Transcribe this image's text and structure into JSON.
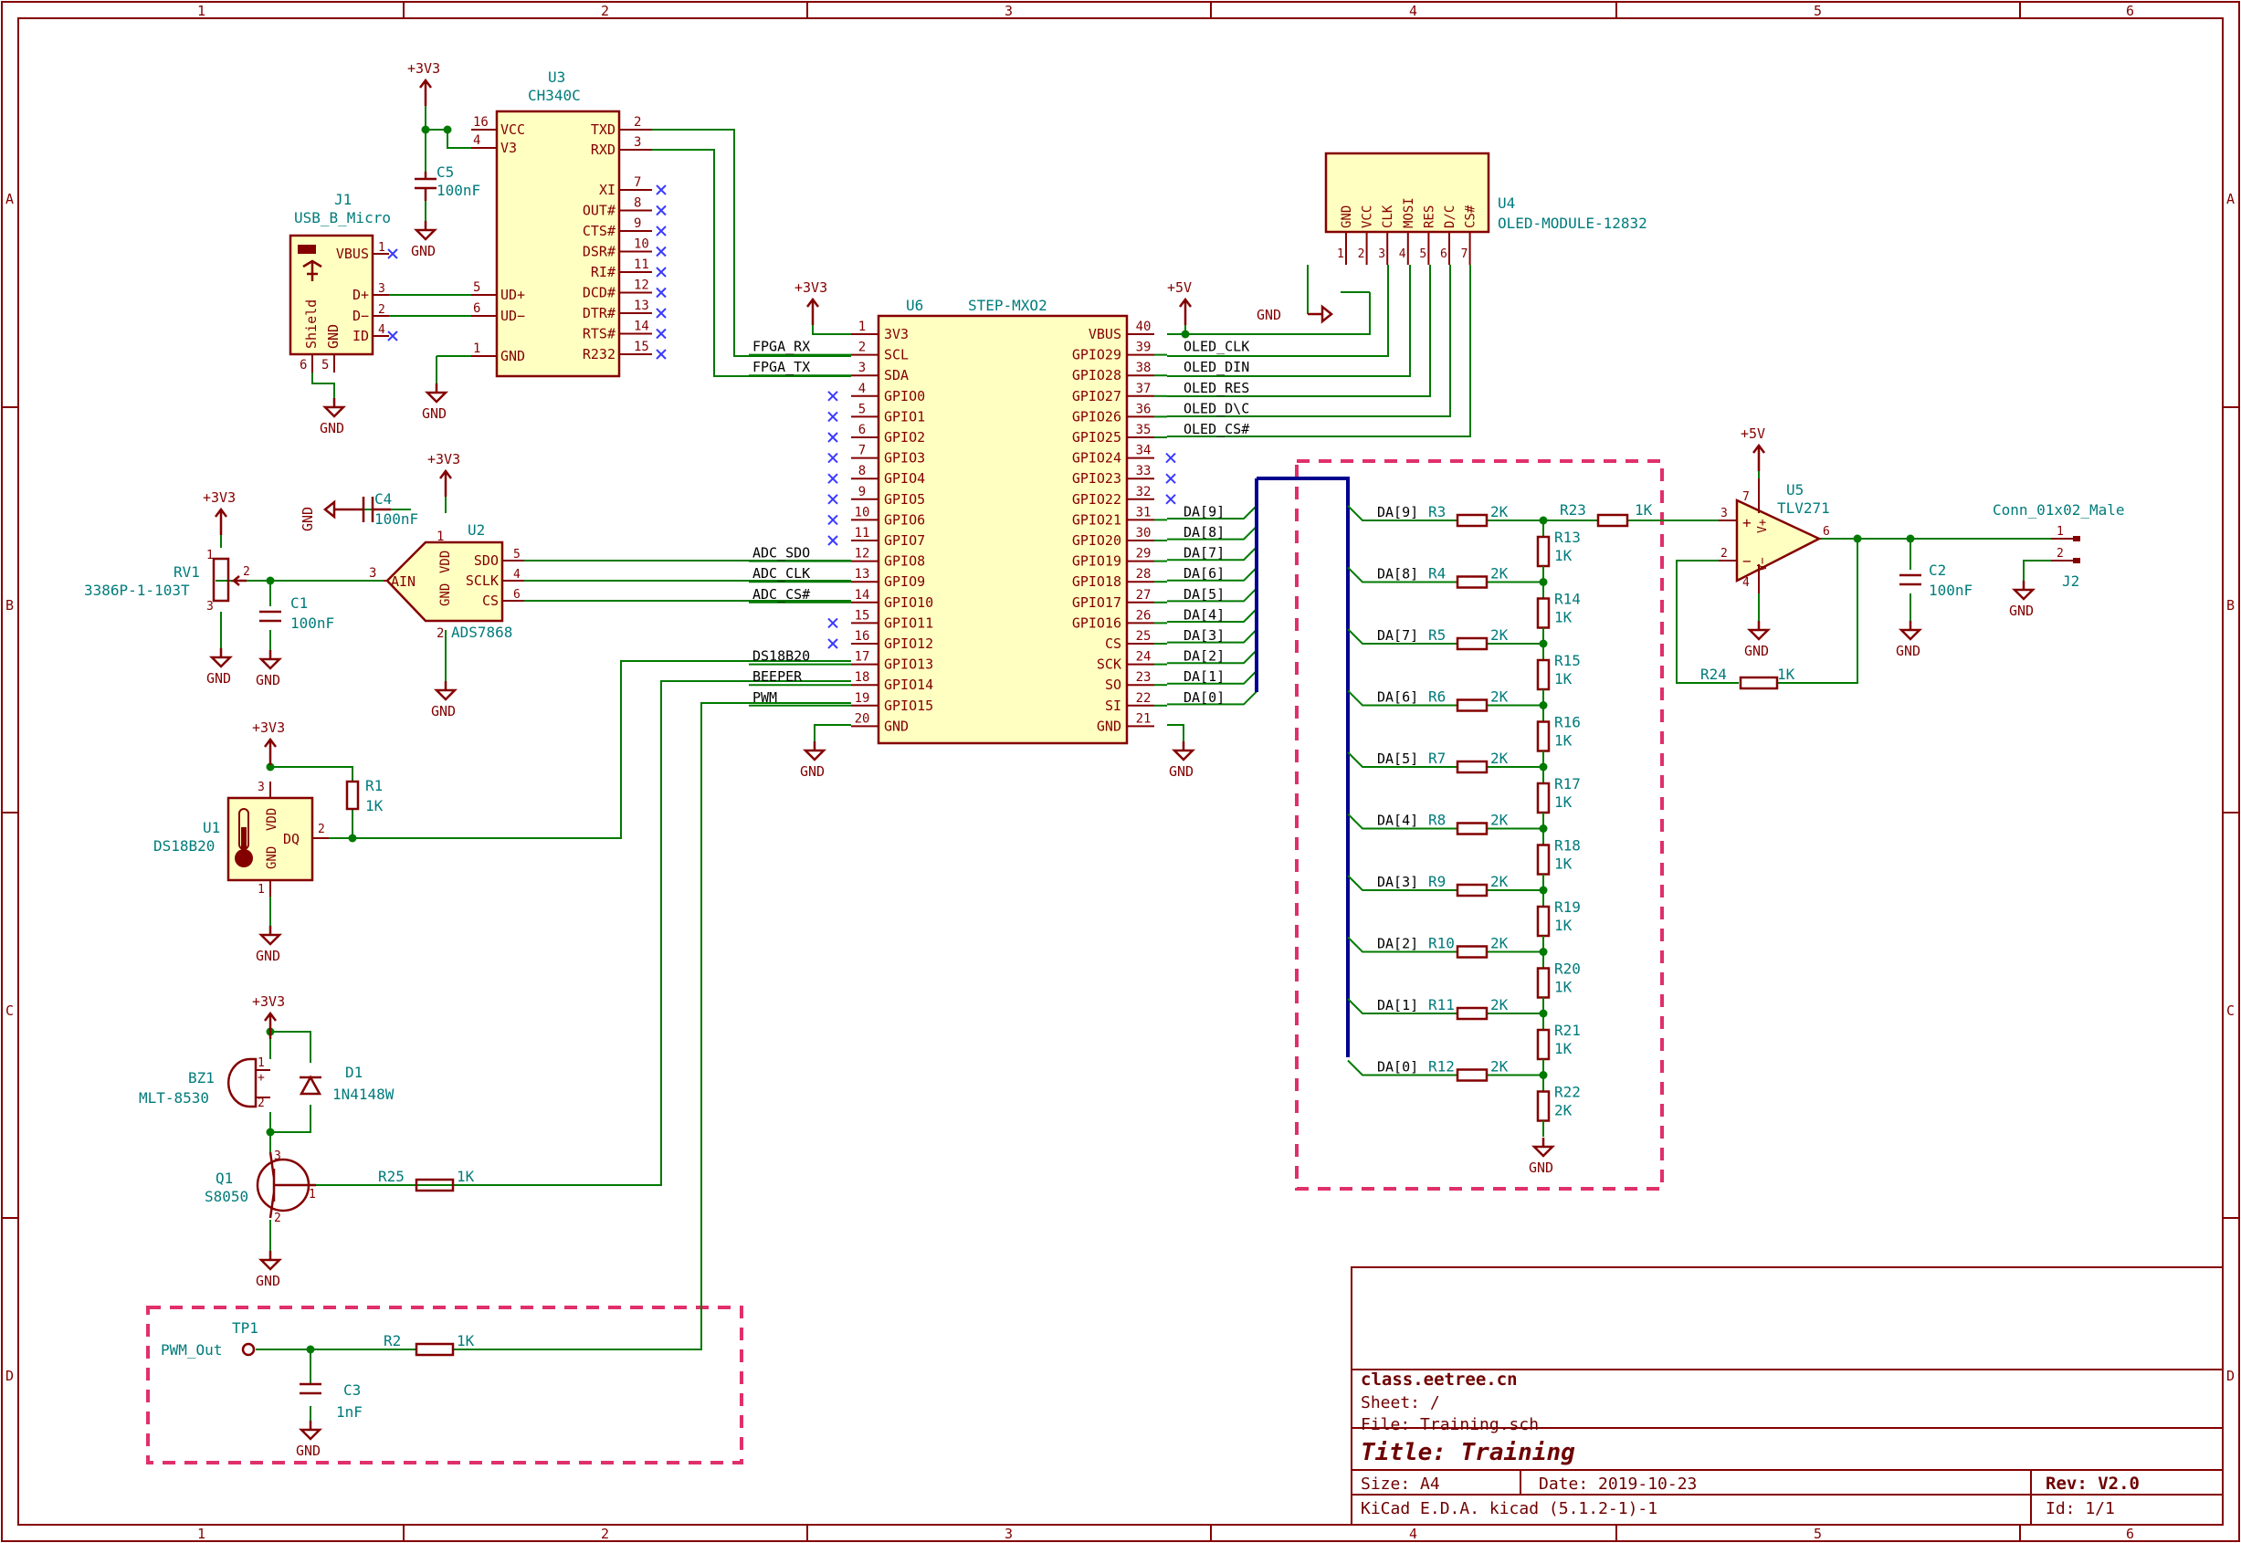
{
  "frame": {
    "col_labels": [
      "1",
      "2",
      "3",
      "4",
      "5",
      "6"
    ],
    "row_labels": [
      "A",
      "B",
      "C",
      "D"
    ]
  },
  "title_block": {
    "org": "class.eetree.cn",
    "sheet": "Sheet: /",
    "file": "File: Training.sch",
    "title": "Title: Training",
    "size": "Size: A4",
    "date": "Date: 2019-10-23",
    "rev": "Rev: V2.0",
    "tool": "KiCad E.D.A.  kicad (5.1.2-1)-1",
    "id": "Id: 1/1"
  },
  "components": {
    "u3": {
      "ref": "U3",
      "value": "CH340C",
      "left_pins": [
        {
          "num": "16",
          "name": "VCC"
        },
        {
          "num": "4",
          "name": "V3"
        },
        {
          "num": "5",
          "name": "UD+"
        },
        {
          "num": "6",
          "name": "UD−"
        },
        {
          "num": "1",
          "name": "GND"
        }
      ],
      "right_pins": [
        {
          "num": "2",
          "name": "TXD"
        },
        {
          "num": "3",
          "name": "RXD"
        },
        {
          "num": "7",
          "name": "XI"
        },
        {
          "num": "8",
          "name": "OUT#"
        },
        {
          "num": "9",
          "name": "CTS#"
        },
        {
          "num": "10",
          "name": "DSR#"
        },
        {
          "num": "11",
          "name": "RI#"
        },
        {
          "num": "12",
          "name": "DCD#"
        },
        {
          "num": "13",
          "name": "DTR#"
        },
        {
          "num": "14",
          "name": "RTS#"
        },
        {
          "num": "15",
          "name": "R232"
        }
      ]
    },
    "u6": {
      "ref": "U6",
      "value": "STEP-MXO2",
      "left_pins": [
        {
          "num": "1",
          "name": "3V3"
        },
        {
          "num": "2",
          "name": "SCL"
        },
        {
          "num": "3",
          "name": "SDA"
        },
        {
          "num": "4",
          "name": "GPIO0"
        },
        {
          "num": "5",
          "name": "GPIO1"
        },
        {
          "num": "6",
          "name": "GPIO2"
        },
        {
          "num": "7",
          "name": "GPIO3"
        },
        {
          "num": "8",
          "name": "GPIO4"
        },
        {
          "num": "9",
          "name": "GPIO5"
        },
        {
          "num": "10",
          "name": "GPIO6"
        },
        {
          "num": "11",
          "name": "GPIO7"
        },
        {
          "num": "12",
          "name": "GPIO8"
        },
        {
          "num": "13",
          "name": "GPIO9"
        },
        {
          "num": "14",
          "name": "GPIO10"
        },
        {
          "num": "15",
          "name": "GPIO11"
        },
        {
          "num": "16",
          "name": "GPIO12"
        },
        {
          "num": "17",
          "name": "GPIO13"
        },
        {
          "num": "18",
          "name": "GPIO14"
        },
        {
          "num": "19",
          "name": "GPIO15"
        },
        {
          "num": "20",
          "name": "GND"
        }
      ],
      "right_pins": [
        {
          "num": "40",
          "name": "VBUS"
        },
        {
          "num": "39",
          "name": "GPIO29"
        },
        {
          "num": "38",
          "name": "GPIO28"
        },
        {
          "num": "37",
          "name": "GPIO27"
        },
        {
          "num": "36",
          "name": "GPIO26"
        },
        {
          "num": "35",
          "name": "GPIO25"
        },
        {
          "num": "34",
          "name": "GPIO24"
        },
        {
          "num": "33",
          "name": "GPIO23"
        },
        {
          "num": "32",
          "name": "GPIO22"
        },
        {
          "num": "31",
          "name": "GPIO21"
        },
        {
          "num": "30",
          "name": "GPIO20"
        },
        {
          "num": "29",
          "name": "GPIO19"
        },
        {
          "num": "28",
          "name": "GPIO18"
        },
        {
          "num": "27",
          "name": "GPIO17"
        },
        {
          "num": "26",
          "name": "GPIO16"
        },
        {
          "num": "25",
          "name": "CS"
        },
        {
          "num": "24",
          "name": "SCK"
        },
        {
          "num": "23",
          "name": "SO"
        },
        {
          "num": "22",
          "name": "SI"
        },
        {
          "num": "21",
          "name": "GND"
        }
      ]
    },
    "u6_left_nets": [
      "",
      "FPGA_RX",
      "FPGA_TX",
      "",
      "",
      "",
      "",
      "",
      "",
      "",
      "",
      "ADC_SDO",
      "ADC_CLK",
      "ADC_CS#",
      "",
      "",
      "DS18B20",
      "BEEPER",
      "PWM",
      ""
    ],
    "u6_right_nets": [
      "",
      "OLED_CLK",
      "OLED_DIN",
      "OLED_RES",
      "OLED_D\\C",
      "OLED_CS#",
      "",
      "",
      "",
      "DA[9]",
      "DA[8]",
      "DA[7]",
      "DA[6]",
      "DA[5]",
      "DA[4]",
      "DA[3]",
      "DA[2]",
      "DA[1]",
      "DA[0]",
      ""
    ],
    "u4": {
      "ref": "U4",
      "value": "OLED-MODULE-12832",
      "pins": [
        {
          "num": "1",
          "name": "GND"
        },
        {
          "num": "2",
          "name": "VCC"
        },
        {
          "num": "3",
          "name": "CLK"
        },
        {
          "num": "4",
          "name": "MOSI"
        },
        {
          "num": "5",
          "name": "RES"
        },
        {
          "num": "6",
          "name": "D/C"
        },
        {
          "num": "7",
          "name": "CS#"
        }
      ]
    },
    "j1": {
      "ref": "J1",
      "value": "USB_B_Micro",
      "pins": [
        {
          "num": "1",
          "name": "VBUS"
        },
        {
          "num": "3",
          "name": "D+"
        },
        {
          "num": "2",
          "name": "D−"
        },
        {
          "num": "4",
          "name": "ID"
        }
      ],
      "shield": "Shield",
      "gnd": "GND",
      "pin6": "6",
      "pin5": "5"
    },
    "u2": {
      "ref": "U2",
      "value": "ADS7868",
      "ain": "AIN",
      "pins": [
        {
          "num": "5",
          "name": "SDO"
        },
        {
          "num": "4",
          "name": "SCLK"
        },
        {
          "num": "6",
          "name": "CS"
        }
      ],
      "pin3": "3",
      "pin1": "1",
      "pin2": "2",
      "gnd": "GND",
      "vdd": "VDD"
    },
    "u1": {
      "ref": "U1",
      "value": "DS18B20",
      "dq": "DQ",
      "vdd": "VDD",
      "gnd": "GND",
      "pin1": "1",
      "pin2": "2",
      "pin3": "3"
    },
    "u5": {
      "ref": "U5",
      "value": "TLV271",
      "p3": "3",
      "p2": "2",
      "p6": "6",
      "p7": "7",
      "p4": "4",
      "plus": "+",
      "minus": "−",
      "vplus": "V+",
      "vminus": "V−"
    },
    "j2": {
      "ref": "J2",
      "value": "Conn_01x02_Male",
      "p1": "1",
      "p2": "2"
    },
    "rv1": {
      "ref": "RV1",
      "value": "3386P-1-103T",
      "p1": "1",
      "p2": "2",
      "p3": "3"
    },
    "c1": {
      "ref": "C1",
      "value": "100nF"
    },
    "c2": {
      "ref": "C2",
      "value": "100nF"
    },
    "c3": {
      "ref": "C3",
      "value": "1nF"
    },
    "c4": {
      "ref": "C4",
      "value": "100nF"
    },
    "c5": {
      "ref": "C5",
      "value": "100nF"
    },
    "r1": {
      "ref": "R1",
      "value": "1K"
    },
    "r2": {
      "ref": "R2",
      "value": "1K"
    },
    "r23": {
      "ref": "R23",
      "value": "1K"
    },
    "r24": {
      "ref": "R24",
      "value": "1K"
    },
    "r25": {
      "ref": "R25",
      "value": "1K"
    },
    "bz1": {
      "ref": "BZ1",
      "value": "MLT-8530",
      "p1": "1",
      "p2": "2",
      "plus": "+"
    },
    "d1": {
      "ref": "D1",
      "value": "1N4148W"
    },
    "q1": {
      "ref": "Q1",
      "value": "S8050",
      "p1": "1",
      "p2": "2",
      "p3": "3"
    },
    "tp1": {
      "ref": "TP1",
      "value": "PWM_Out"
    }
  },
  "ladder": {
    "inputs": [
      "DA[9]",
      "DA[8]",
      "DA[7]",
      "DA[6]",
      "DA[5]",
      "DA[4]",
      "DA[3]",
      "DA[2]",
      "DA[1]",
      "DA[0]"
    ],
    "series": [
      {
        "ref": "R3",
        "value": "2K"
      },
      {
        "ref": "R4",
        "value": "2K"
      },
      {
        "ref": "R5",
        "value": "2K"
      },
      {
        "ref": "R6",
        "value": "2K"
      },
      {
        "ref": "R7",
        "value": "2K"
      },
      {
        "ref": "R8",
        "value": "2K"
      },
      {
        "ref": "R9",
        "value": "2K"
      },
      {
        "ref": "R10",
        "value": "2K"
      },
      {
        "ref": "R11",
        "value": "2K"
      },
      {
        "ref": "R12",
        "value": "2K"
      }
    ],
    "rungs": [
      {
        "ref": "R13",
        "value": "1K"
      },
      {
        "ref": "R14",
        "value": "1K"
      },
      {
        "ref": "R15",
        "value": "1K"
      },
      {
        "ref": "R16",
        "value": "1K"
      },
      {
        "ref": "R17",
        "value": "1K"
      },
      {
        "ref": "R18",
        "value": "1K"
      },
      {
        "ref": "R19",
        "value": "1K"
      },
      {
        "ref": "R20",
        "value": "1K"
      },
      {
        "ref": "R21",
        "value": "1K"
      },
      {
        "ref": "R22",
        "value": "2K"
      }
    ]
  },
  "power": {
    "p3v3": "+3V3",
    "p5v": "+5V",
    "gnd": "GND"
  }
}
